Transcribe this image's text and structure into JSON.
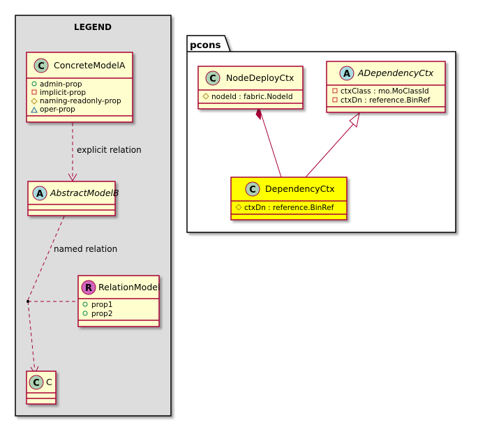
{
  "legend": {
    "title": "LEGEND",
    "edge_labels": {
      "explicit": "explicit relation",
      "named": "named relation"
    },
    "concrete_model": {
      "stereotype": "C",
      "name": "ConcreteModelA",
      "attributes": [
        "admin-prop",
        "implicit-prop",
        "naming-readonly-prop",
        "oper-prop"
      ]
    },
    "abstract_model": {
      "stereotype": "A",
      "name": "AbstractModelB"
    },
    "relation_model": {
      "stereotype": "R",
      "name": "RelationModel",
      "attributes": [
        "prop1",
        "prop2"
      ]
    },
    "c_model": {
      "stereotype": "C",
      "name": "C"
    }
  },
  "package": {
    "name": "pcons",
    "node_deploy": {
      "stereotype": "C",
      "name": "NodeDeployCtx",
      "attributes": [
        "nodeId : fabric.NodeId"
      ]
    },
    "a_dependency": {
      "stereotype": "A",
      "name": "ADependencyCtx",
      "attributes": [
        "ctxClass : mo.MoClassId",
        "ctxDn : reference.BinRef"
      ]
    },
    "dependency": {
      "stereotype": "C",
      "name": "DependencyCtx",
      "attributes": [
        "ctxDn : reference.BinRef"
      ]
    }
  },
  "colors": {
    "class_fill": "#fefece",
    "class_border": "#a80036",
    "highlight_fill": "#ffff00",
    "legend_bg": "#dddddd",
    "circle_c": "#add1b2",
    "circle_a": "#a9dcdf",
    "circle_r": "#cf65bf"
  }
}
